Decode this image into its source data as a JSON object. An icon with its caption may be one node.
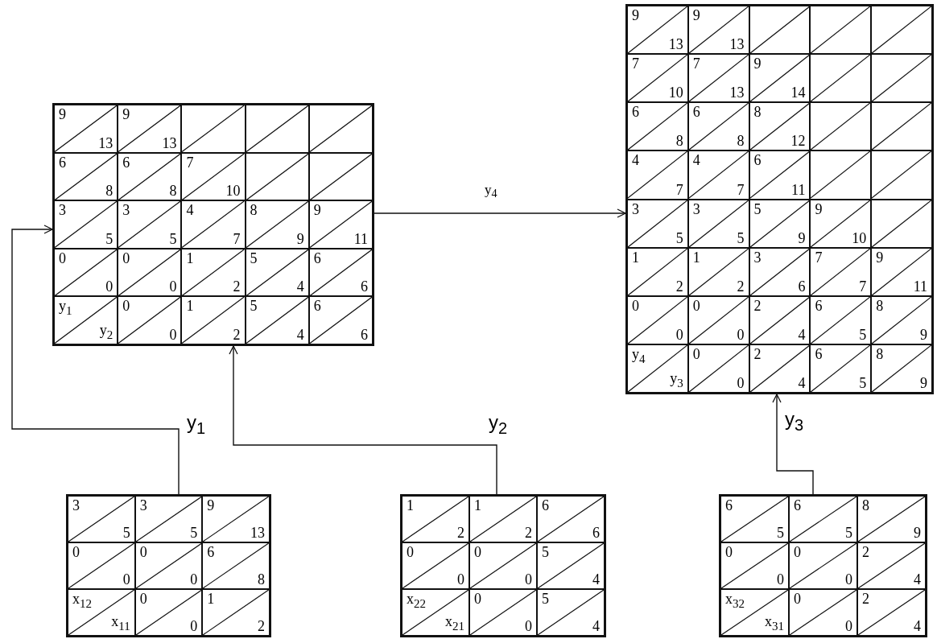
{
  "diagram": {
    "nodes": [
      {
        "text": [],
        "shape": "table"
      },
      {
        "text": [
          "9",
          "13"
        ],
        "in": 0
      },
      {
        "text": [
          "9",
          "13"
        ],
        "in": 0
      },
      {
        "text": [],
        "shape": "box",
        "in": 0
      },
      {
        "text": [],
        "shape": "box",
        "in": 0
      },
      {
        "text": [],
        "shape": "box",
        "in": 0
      },
      {
        "text": [
          "6",
          "8"
        ],
        "in": 0
      },
      {
        "text": [
          "6",
          "8"
        ],
        "in": 0
      },
      {
        "text": [
          "7",
          "10"
        ],
        "in": 0
      },
      {
        "text": [],
        "shape": "box",
        "in": 0
      },
      {
        "text": [],
        "shape": "box",
        "in": 0
      },
      {
        "text": [
          "3",
          "5"
        ],
        "in": 0
      },
      {
        "text": [
          "3",
          "5"
        ],
        "in": 0
      },
      {
        "text": [
          "4",
          "7"
        ],
        "in": 0
      },
      {
        "text": [
          "8",
          "9"
        ],
        "in": 0
      },
      {
        "text": [
          "9",
          "11"
        ],
        "in": 0
      },
      {
        "text": [
          "0",
          "0"
        ],
        "in": 0
      },
      {
        "text": [
          "0",
          "0"
        ],
        "in": 0
      },
      {
        "text": [
          "1",
          "2"
        ],
        "in": 0
      },
      {
        "text": [
          "5",
          "4"
        ],
        "in": 0
      },
      {
        "text": [
          "6",
          "6"
        ],
        "in": 0
      },
      {
        "text": [
          "y$_{1}$",
          "y$_{2}$"
        ],
        "in": 0
      },
      {
        "text": [
          "0",
          "0"
        ],
        "in": 0
      },
      {
        "text": [
          "1",
          "2"
        ],
        "in": 0
      },
      {
        "text": [
          "5",
          "4"
        ],
        "in": 0
      },
      {
        "text": [
          "6",
          "6"
        ],
        "in": 0
      },
      {
        "text": [],
        "shape": "table"
      },
      {
        "text": [
          "9",
          "13"
        ],
        "in": 26
      },
      {
        "text": [
          "9",
          "13"
        ],
        "in": 26
      },
      {
        "text": [],
        "shape": "box",
        "in": 26
      },
      {
        "text": [],
        "shape": "box",
        "in": 26
      },
      {
        "text": [],
        "shape": "box",
        "in": 26
      },
      {
        "text": [
          "7",
          "10"
        ],
        "in": 26
      },
      {
        "text": [
          "7",
          "13"
        ],
        "in": 26
      },
      {
        "text": [
          "9",
          "14"
        ],
        "in": 26
      },
      {
        "text": [],
        "shape": "box",
        "in": 26
      },
      {
        "text": [],
        "shape": "box",
        "in": 26
      },
      {
        "text": [
          "6",
          "8"
        ],
        "in": 26
      },
      {
        "text": [
          "6",
          "8"
        ],
        "in": 26
      },
      {
        "text": [
          "8",
          "12"
        ],
        "in": 26
      },
      {
        "text": [],
        "shape": "box",
        "in": 26
      },
      {
        "text": [],
        "shape": "box",
        "in": 26
      },
      {
        "text": [
          "4",
          "7"
        ],
        "in": 26
      },
      {
        "text": [
          "4",
          "7"
        ],
        "in": 26
      },
      {
        "text": [
          "6",
          "11"
        ],
        "in": 26
      },
      {
        "text": [],
        "shape": "box",
        "in": 26
      },
      {
        "text": [],
        "shape": "box",
        "in": 26
      },
      {
        "text": [
          "3",
          "5"
        ],
        "in": 26
      },
      {
        "text": [
          "3",
          "5"
        ],
        "in": 26
      },
      {
        "text": [
          "5",
          "9"
        ],
        "in": 26
      },
      {
        "text": [
          "9",
          "10"
        ],
        "in": 26
      },
      {
        "text": [],
        "shape": "box",
        "in": 26
      },
      {
        "text": [
          "1",
          "2"
        ],
        "in": 26
      },
      {
        "text": [
          "1",
          "2"
        ],
        "in": 26
      },
      {
        "text": [
          "3",
          "6"
        ],
        "in": 26
      },
      {
        "text": [
          "7",
          "7"
        ],
        "in": 26
      },
      {
        "text": [
          "9",
          "11"
        ],
        "in": 26
      },
      {
        "text": [
          "0",
          "0"
        ],
        "in": 26
      },
      {
        "text": [
          "0",
          "0"
        ],
        "in": 26
      },
      {
        "text": [
          "2",
          "4"
        ],
        "in": 26
      },
      {
        "text": [
          "6",
          "5"
        ],
        "in": 26
      },
      {
        "text": [
          "8",
          "9"
        ],
        "in": 26
      },
      {
        "text": [
          "y$_{4}$",
          "y$_{3}$"
        ],
        "in": 26
      },
      {
        "text": [
          "0",
          "0"
        ],
        "in": 26
      },
      {
        "text": [
          "2",
          "4"
        ],
        "in": 26
      },
      {
        "text": [
          "6",
          "5"
        ],
        "in": 26
      },
      {
        "text": [
          "8",
          "9"
        ],
        "in": 26
      },
      {
        "text": [],
        "shape": "table"
      },
      {
        "text": [
          "3",
          "5"
        ],
        "in": 67
      },
      {
        "text": [
          "3",
          "5"
        ],
        "in": 67
      },
      {
        "text": [
          "9",
          "13"
        ],
        "in": 67
      },
      {
        "text": [
          "0",
          "0"
        ],
        "in": 67
      },
      {
        "text": [
          "0",
          "0"
        ],
        "in": 67
      },
      {
        "text": [
          "6",
          "8"
        ],
        "in": 67
      },
      {
        "text": [
          "x$_{12}$",
          "x$_{11}$"
        ],
        "in": 67
      },
      {
        "text": [
          "0",
          "0"
        ],
        "in": 67
      },
      {
        "text": [
          "1",
          "2"
        ],
        "in": 67
      },
      {
        "text": [],
        "shape": "table"
      },
      {
        "text": [
          "1",
          "2"
        ],
        "in": 77
      },
      {
        "text": [
          "1",
          "2"
        ],
        "in": 77
      },
      {
        "text": [
          "6",
          "6"
        ],
        "in": 77
      },
      {
        "text": [
          "0",
          "0"
        ],
        "in": 77
      },
      {
        "text": [
          "0",
          "0"
        ],
        "in": 77
      },
      {
        "text": [
          "5",
          "4"
        ],
        "in": 77
      },
      {
        "text": [
          "x$_{22}$",
          "x$_{21}$"
        ],
        "in": 77
      },
      {
        "text": [
          "0",
          "0"
        ],
        "in": 77
      },
      {
        "text": [
          "5",
          "4"
        ],
        "in": 77
      },
      {
        "text": [],
        "shape": "table"
      },
      {
        "text": [
          "6",
          "5"
        ],
        "in": 87
      },
      {
        "text": [
          "6",
          "5"
        ],
        "in": 87
      },
      {
        "text": [
          "8",
          "9"
        ],
        "in": 87
      },
      {
        "text": [
          "0",
          "0"
        ],
        "in": 87
      },
      {
        "text": [
          "0",
          "0"
        ],
        "in": 87
      },
      {
        "text": [
          "2",
          "4"
        ],
        "in": 87
      },
      {
        "text": [
          "x$_{32}$",
          "x$_{31}$"
        ],
        "in": 87
      },
      {
        "text": [
          "0",
          "0"
        ],
        "in": 87
      },
      {
        "text": [
          "2",
          "4"
        ],
        "in": 87
      }
    ],
    "edges": [
      {
        "from": 67,
        "to": 0,
        "arrow": "to"
      },
      {
        "from": 77,
        "to": 0,
        "arrow": "to"
      },
      {
        "from": 0,
        "to": 26,
        "arrow": "to",
        "label": "y$_{4}$"
      },
      {
        "from": 87,
        "to": 26,
        "arrow": "to"
      }
    ],
    "labels": [
      "y$_{1}$",
      "y$_{2}$",
      "y$_{3}$"
    ]
  }
}
